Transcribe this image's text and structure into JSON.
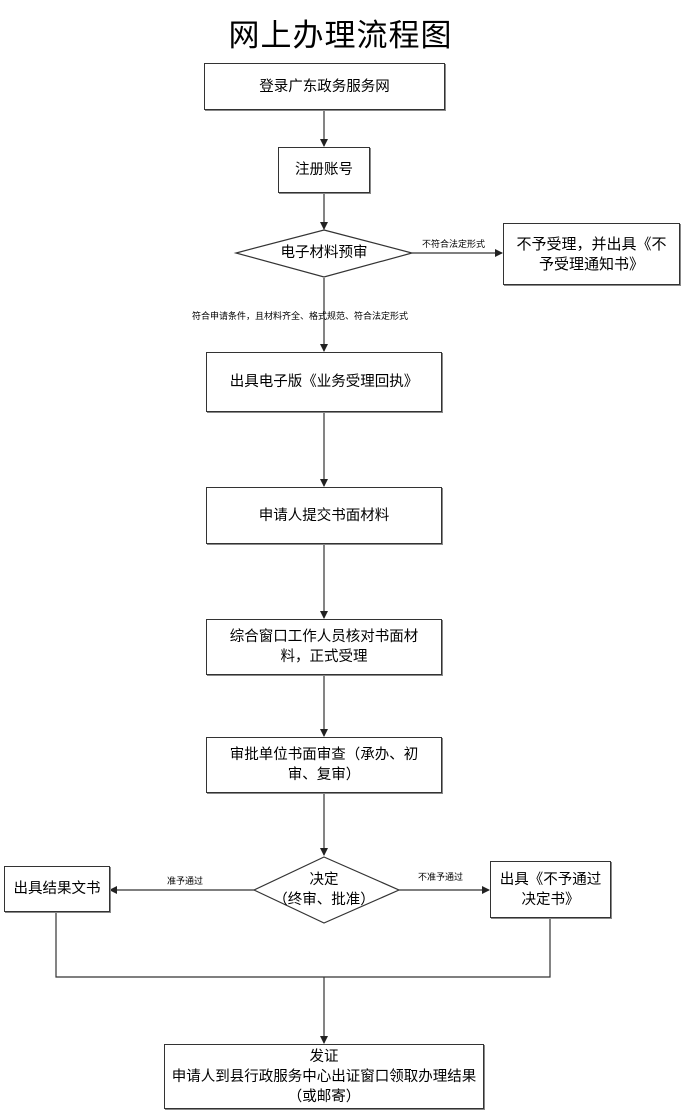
{
  "title": "网上办理流程图",
  "nodes": {
    "login": "登录广东政务服务网",
    "register": "注册账号",
    "pre_review": "电子材料预审",
    "reject_accept": "不予受理，并出具《不予受理通知书》",
    "receipt": "出具电子版《业务受理回执》",
    "submit_paper": "申请人提交书面材料",
    "window_check": "综合窗口工作人员核对书面材料，正式受理",
    "unit_review": "审批单位书面审查（承办、初审、复审）",
    "decision_line1": "决定",
    "decision_line2": "（终审、批准）",
    "issue_result": "出具结果文书",
    "issue_reject": "出具《不予通过决定书》",
    "certify_line1": "发证",
    "certify_line2": "申请人到县行政服务中心出证窗口领取办理结果（或邮寄）"
  },
  "edge_labels": {
    "not_legal_form": "不符合法定形式",
    "conditions_met": "符合申请条件，且材料齐全、格式规范、符合法定形式",
    "approved": "准予通过",
    "not_approved": "不准予通过"
  }
}
